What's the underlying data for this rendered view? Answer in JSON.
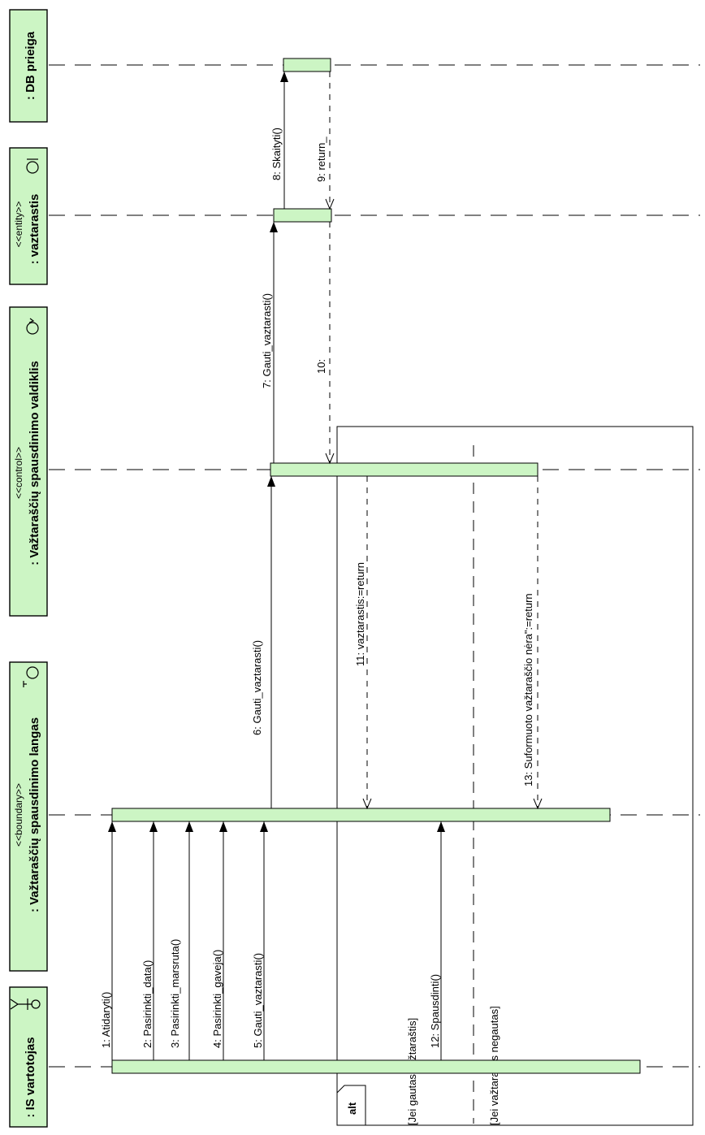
{
  "lifelines": {
    "db": {
      "name": ": DB prieiga",
      "stereotype": ""
    },
    "entity": {
      "name": ": vaztarastis",
      "stereotype": "<<entity>>"
    },
    "control": {
      "name": ": Važtaraščių spausdinimo valdiklis",
      "stereotype": "<<control>>"
    },
    "boundary": {
      "name": ": Važtaraščių spausdinimo langas",
      "stereotype": "<<boundary>>"
    },
    "actor": {
      "name": ": IS vartotojas",
      "stereotype": ""
    }
  },
  "messages": {
    "m1": "1: Atidaryti()",
    "m2": "2: Pasirinkti_data()",
    "m3": "3: Pasirinkti_marsruta()",
    "m4": "4: Pasirinkti_gaveja()",
    "m5": "5: Gauti_vaztarasti()",
    "m6": "6: Gauti_vaztarasti()",
    "m7": "7: Gauti_vaztarasti()",
    "m8": "8: Skaityti()",
    "m9": "9: return_",
    "m10": "10:",
    "m11": "11: vaztarastis:=return",
    "m12": "12: Spausdinti()",
    "m13": "13: Suformuoto važtaraščio nėra\":=return"
  },
  "fragment": {
    "operator": "alt",
    "guard1": "[Jei gautas važtaraštis]",
    "guard2": "[Jei važtaraštis negautas]"
  },
  "colors": {
    "fill": "#ccf5c4",
    "line": "#000000"
  }
}
